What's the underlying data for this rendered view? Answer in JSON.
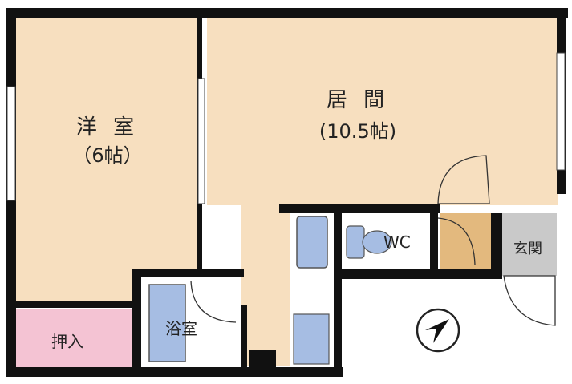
{
  "rooms": {
    "western_room": {
      "name": "洋 室",
      "size": "（6帖）"
    },
    "living_room": {
      "name": "居 間",
      "size": "(10.5帖)"
    },
    "closet": {
      "name": "押入"
    },
    "bathroom": {
      "name": "浴室"
    },
    "toilet": {
      "name": "WC"
    },
    "entrance": {
      "name": "玄関"
    }
  },
  "colors": {
    "floor_room": "#f7dfbf",
    "closet": "#f4c3d3",
    "bath_fixture": "#a6bde3",
    "entrance_floor": "#e3b97e",
    "entrance_tile": "#c9c9c9",
    "wall": "#111111"
  },
  "icons": {
    "north_arrow": "compass-north-arrow-icon"
  }
}
